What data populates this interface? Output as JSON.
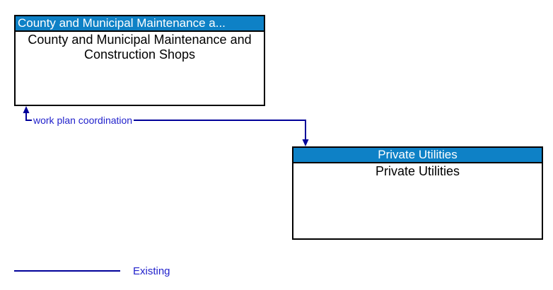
{
  "diagram": {
    "boxes": [
      {
        "id": "county-municipal-shops",
        "header": "County and Municipal Maintenance a...",
        "body": "County and Municipal Maintenance and Construction Shops"
      },
      {
        "id": "private-utilities",
        "header": "Private Utilities",
        "body": "Private Utilities"
      }
    ],
    "connector": {
      "label": "work plan coordination",
      "from": "private-utilities",
      "to": "county-municipal-shops",
      "style": "solid-both-elbow"
    },
    "legend": {
      "label": "Existing"
    },
    "colors": {
      "entity_header_bg": "#0E81C6",
      "entity_header_text": "#FFFFFF",
      "entity_body_text": "#000000",
      "entity_border": "#000000",
      "connector_line": "#000099",
      "label_text": "#2222CC",
      "background": "#FFFFFF"
    }
  }
}
